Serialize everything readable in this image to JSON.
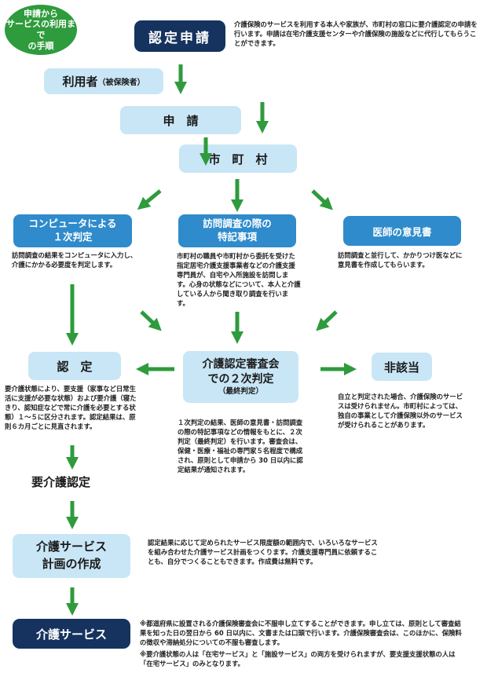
{
  "badge": {
    "text": "申請から\nサービスの利用まで\nの手順"
  },
  "title": "認定申請",
  "intro": "介護保険のサービスを利用する本人や家族が、市町村の窓口に要介護認定の申請を行います。申請は在宅介護支援センターや介護保険の施設などに代行してもらうことができます。",
  "user": {
    "main": "利用者",
    "sub": "（被保険者）"
  },
  "apply": "申　請",
  "city": "市　町　村",
  "branch": {
    "left": {
      "title": "コンピュータによる\n１次判定",
      "desc": "訪問調査の結果をコンピュータに入力し、介護にかかる必要度を判定します。"
    },
    "center": {
      "title": "訪問調査の際の\n特記事項",
      "desc": "市町村の職員や市町村から委託を受けた指定居宅介護支援事業者などの介護支援専門員が、自宅や入所施設を訪問します。心身の状態などについて、本人と介護している人から聞き取り調査を行います。"
    },
    "right": {
      "title": "医師の意見書",
      "desc": "訪問調査と並行して、かかりつけ医などに意見書を作成してもらいます。"
    }
  },
  "certified": {
    "label": "認　定",
    "desc": "要介護状態により、要支援（家事など日常生活に支援が必要な状態）および要介護（寝たきり、認知症などで常に介護を必要とする状態）１～５に区分されます。認定結果は、原則６カ月ごとに見直されます。"
  },
  "review": {
    "title": "介護認定審査会\nでの２次判定",
    "sub": "（最終判定）",
    "desc": "１次判定の結果、医師の意見書・訪問調査の際の特記事項などの情報をもとに、２次判定（最終判定）を行います。審査会は、保健・医療・福祉の専門家５名程度で構成され、原則として申請から 30 日以内に認定結果が通知されます。"
  },
  "notapplicable": {
    "label": "非該当",
    "desc": "自立と判定された場合、介護保険のサービスは受けられません。市町村によっては、独自の事業として介護保険以外のサービスが受けられることがあります。"
  },
  "care_cert": "要介護認定",
  "plan": {
    "title": "介護サービス\n計画の作成",
    "desc": "認定結果に応じて定められたサービス限度額の範囲内で、いろいろなサービスを組み合わせた介護サービス計画をつくります。介護支援専門員に依頼することも、自分でつくることもできます。作成費は無料です。"
  },
  "service": "介護サービス",
  "notes": [
    "※都道府県に設置される介護保険審査会に不服申し立てすることができます。申し立ては、原則として審査結果を知った日の翌日から 60 日以内に、文書または口頭で行います。介護保険審査会は、このほかに、保険料の徴収や滞納処分についての不服も審査します。",
    "※要介護状態の人は「在宅サービス」と「施設サービス」の両方を受けられますが、要支援支援状態の人は「在宅サービス」のみとなります。"
  ],
  "colors": {
    "navy": "#15335e",
    "light_blue": "#c9e6f6",
    "blue": "#2f8bcb",
    "green": "#2e9b3c"
  }
}
